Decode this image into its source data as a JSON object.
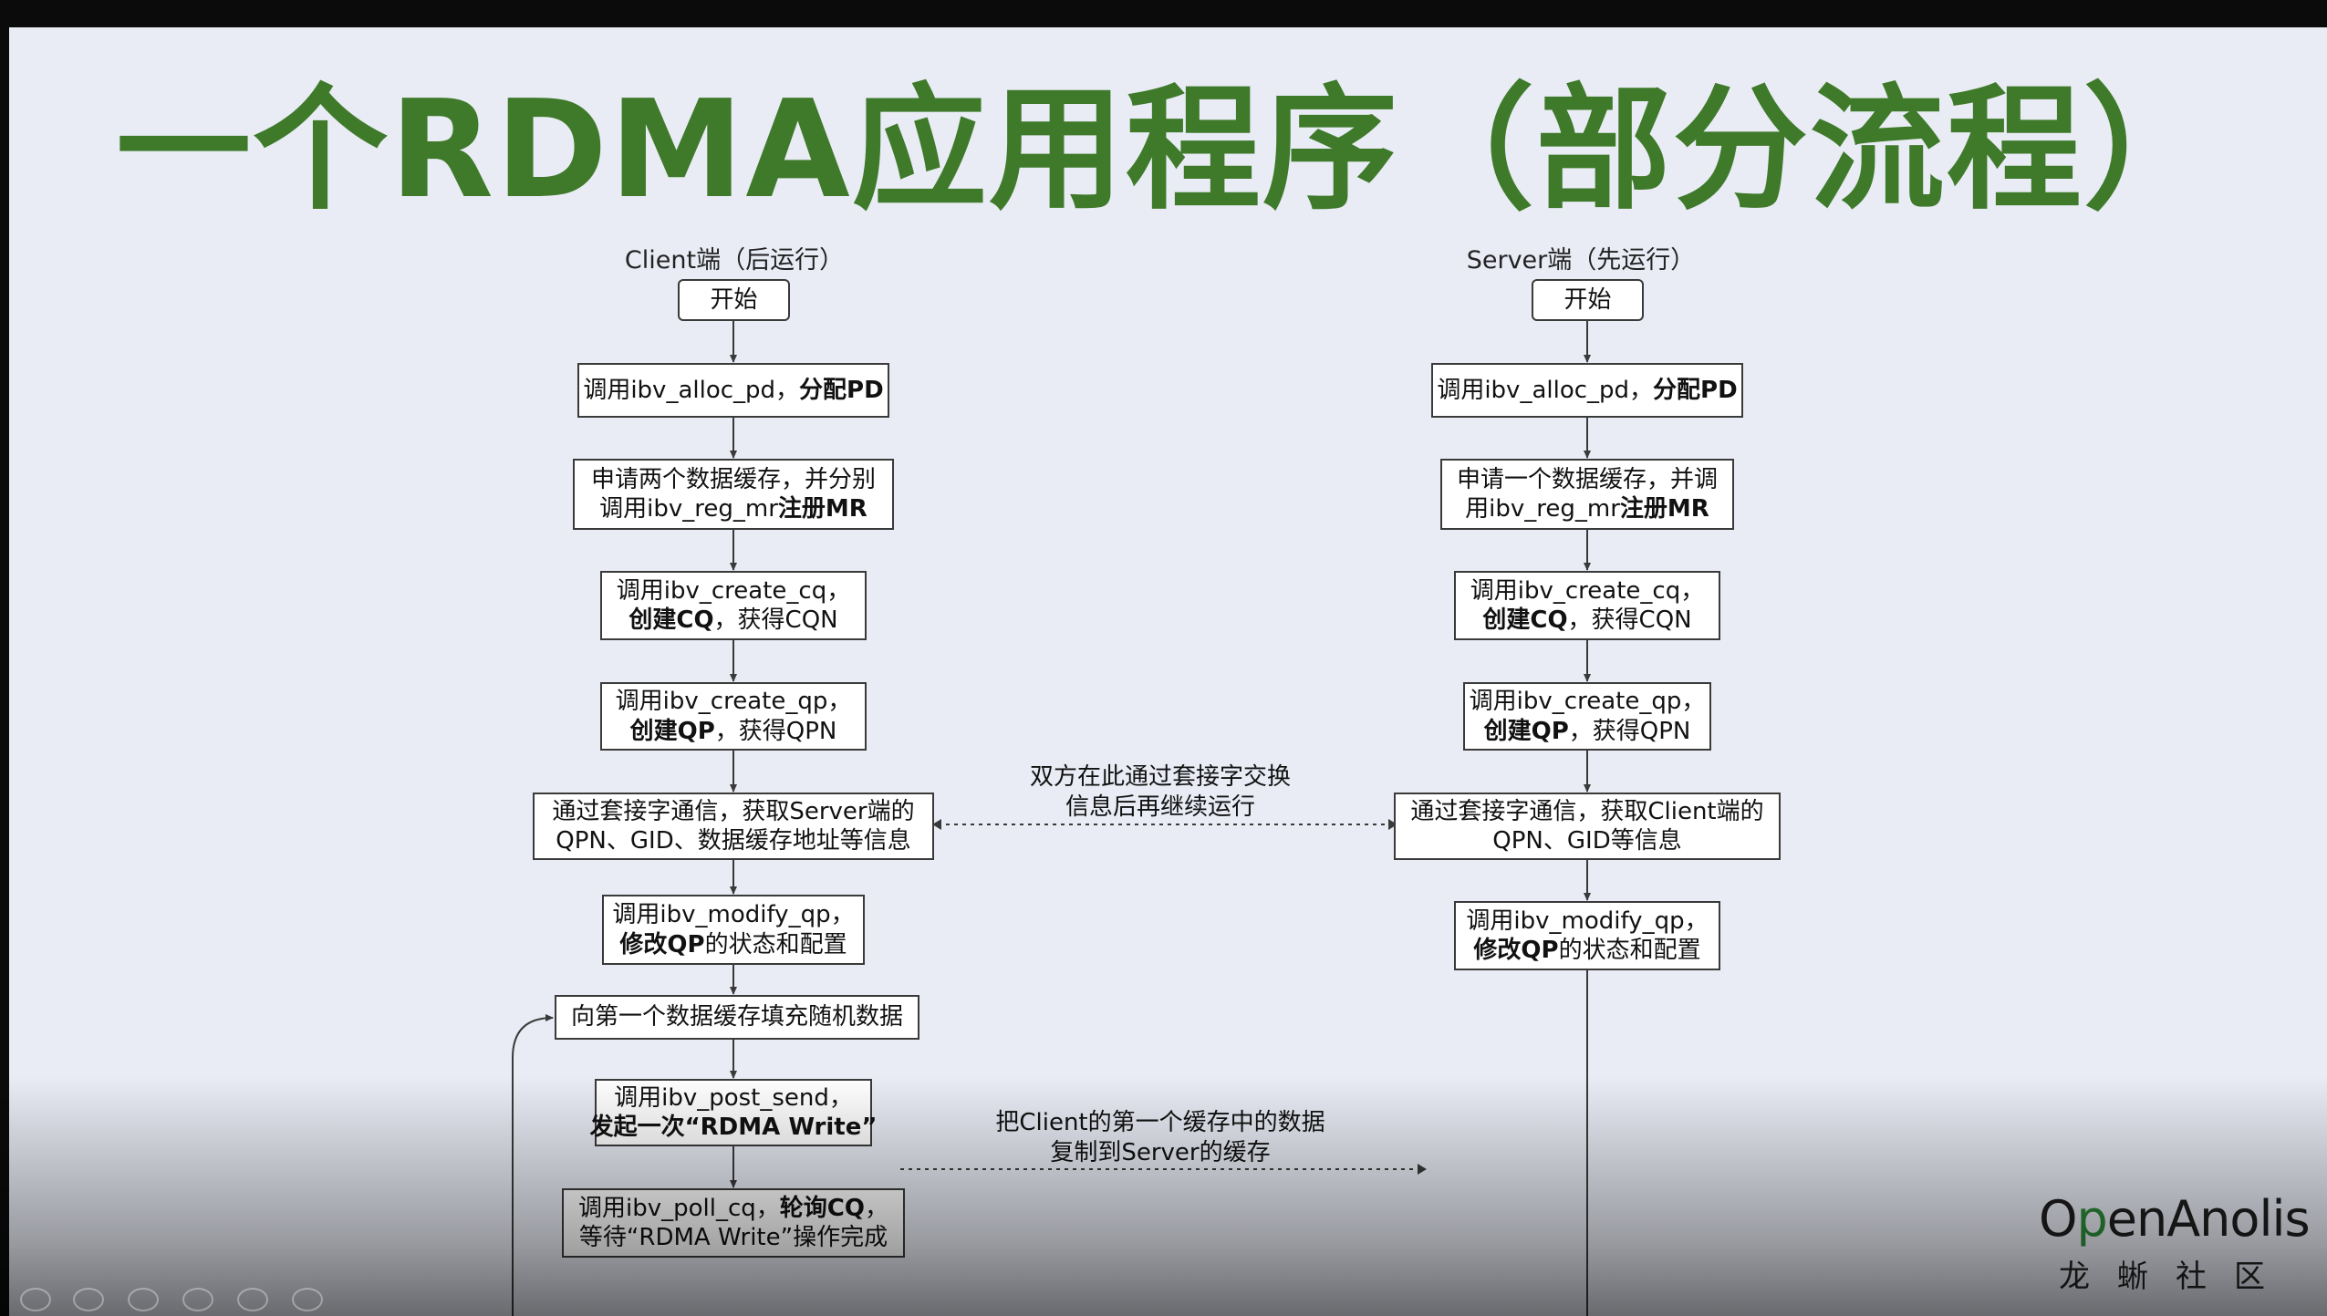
{
  "title": "一个RDMA应用程序（部分流程）",
  "client": {
    "header": "Client端（后运行）",
    "start": "开始",
    "alloc_pd": {
      "plain": "调用ibv_alloc_pd，",
      "bold": "分配PD"
    },
    "reg_mr": {
      "line1": "申请两个数据缓存，并分别",
      "line2_plain": "调用ibv_reg_mr",
      "line2_bold": "注册MR"
    },
    "create_cq": {
      "line1": "调用ibv_create_cq，",
      "line2_bold": "创建CQ",
      "line2_plain": "，获得CQN"
    },
    "create_qp": {
      "line1": "调用ibv_create_qp，",
      "line2_bold": "创建QP",
      "line2_plain": "，获得QPN"
    },
    "socket": {
      "line1": "通过套接字通信，获取Server端的",
      "line2": "QPN、GID、数据缓存地址等信息"
    },
    "modify_qp": {
      "line1": "调用ibv_modify_qp，",
      "line2_bold": "修改QP",
      "line2_plain": "的状态和配置"
    },
    "fill": "向第一个数据缓存填充随机数据",
    "post_send": {
      "line1": "调用ibv_post_send，",
      "line2_bold": "发起一次“RDMA Write”"
    },
    "poll_cq": {
      "line1_plain": "调用ibv_poll_cq，",
      "line1_bold": "轮询CQ",
      "line1_tail": "，",
      "line2": "等待“RDMA Write”操作完成"
    }
  },
  "server": {
    "header": "Server端（先运行）",
    "start": "开始",
    "alloc_pd": {
      "plain": "调用ibv_alloc_pd，",
      "bold": "分配PD"
    },
    "reg_mr": {
      "line1": "申请一个数据缓存，并调",
      "line2_plain": "用ibv_reg_mr",
      "line2_bold": "注册MR"
    },
    "create_cq": {
      "line1": "调用ibv_create_cq，",
      "line2_bold": "创建CQ",
      "line2_plain": "，获得CQN"
    },
    "create_qp": {
      "line1": "调用ibv_create_qp，",
      "line2_bold": "创建QP",
      "line2_plain": "，获得QPN"
    },
    "socket": {
      "line1": "通过套接字通信，获取Client端的",
      "line2": "QPN、GID等信息"
    },
    "modify_qp": {
      "line1": "调用ibv_modify_qp，",
      "line2_bold": "修改QP",
      "line2_plain": "的状态和配置"
    }
  },
  "notes": {
    "exchange": {
      "line1": "双方在此通过套接字交换",
      "line2": "信息后再继续运行"
    },
    "copy": {
      "line1": "把Client的第一个缓存中的数据",
      "line2": "复制到Server的缓存"
    }
  },
  "logo": {
    "main_part1": "O",
    "main_part2": "p",
    "main_part3": "enAnolis",
    "sub": "龙蜥社区"
  },
  "colors": {
    "title": "#3f7a2a",
    "slide_bg": "#e9ecf5",
    "line": "#3a3a3a"
  }
}
